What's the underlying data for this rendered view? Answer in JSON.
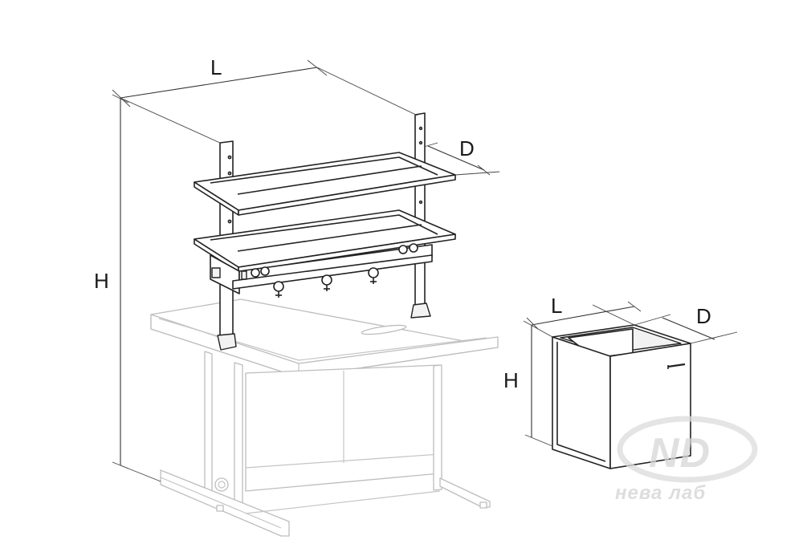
{
  "dimensions": {
    "bench_length": "L",
    "bench_height": "H",
    "shelf_depth": "D",
    "cabinet_length": "L",
    "cabinet_height": "H",
    "cabinet_depth": "D"
  },
  "watermark": {
    "monogram": "ND",
    "brand": "нева лаб"
  }
}
